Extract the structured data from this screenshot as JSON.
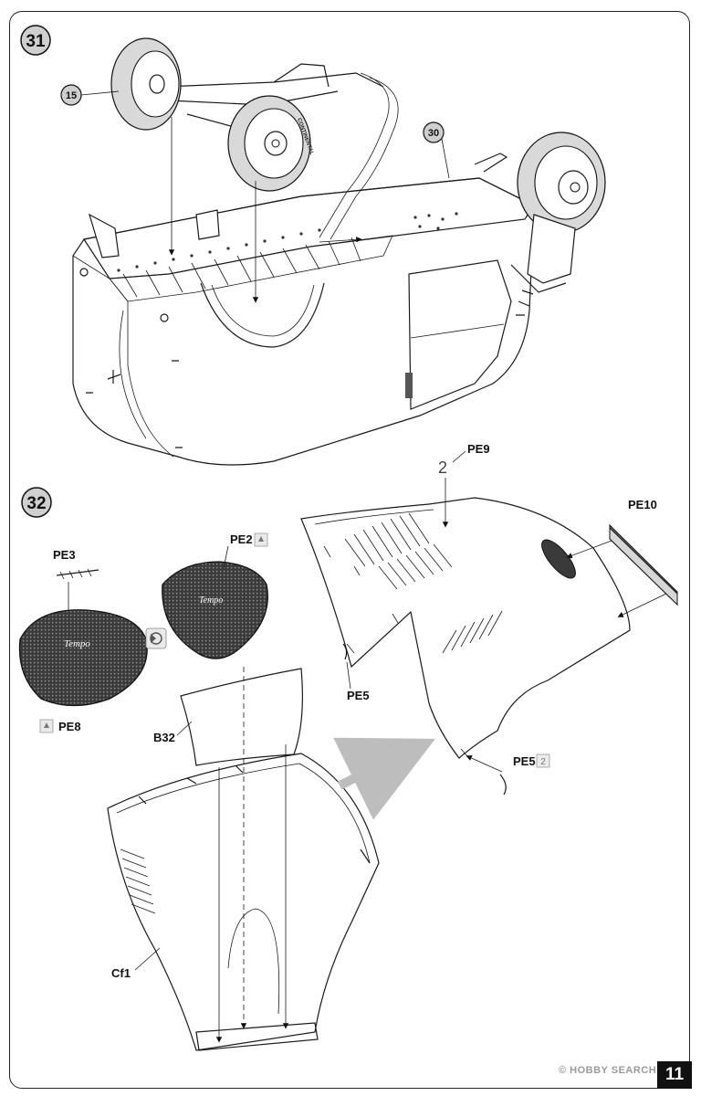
{
  "steps": [
    {
      "number": "31"
    },
    {
      "number": "32"
    }
  ],
  "step31": {
    "ref_wheel": "15",
    "ref_body": "30",
    "tire_text": "CONTINENTAL"
  },
  "step32": {
    "parts": {
      "pe9": "PE9",
      "pe10": "PE10",
      "pe3": "PE3",
      "pe2": "PE2",
      "pe8": "PE8",
      "b32": "B32",
      "pe5_left": "PE5",
      "pe5_right": "PE5",
      "cf1": "Cf1"
    },
    "pe5_quantity": "2",
    "pe9_marking": "2",
    "seat_logo": "Tempo"
  },
  "footer": {
    "page_number": "11",
    "watermark": "© HOBBY SEARCH"
  }
}
